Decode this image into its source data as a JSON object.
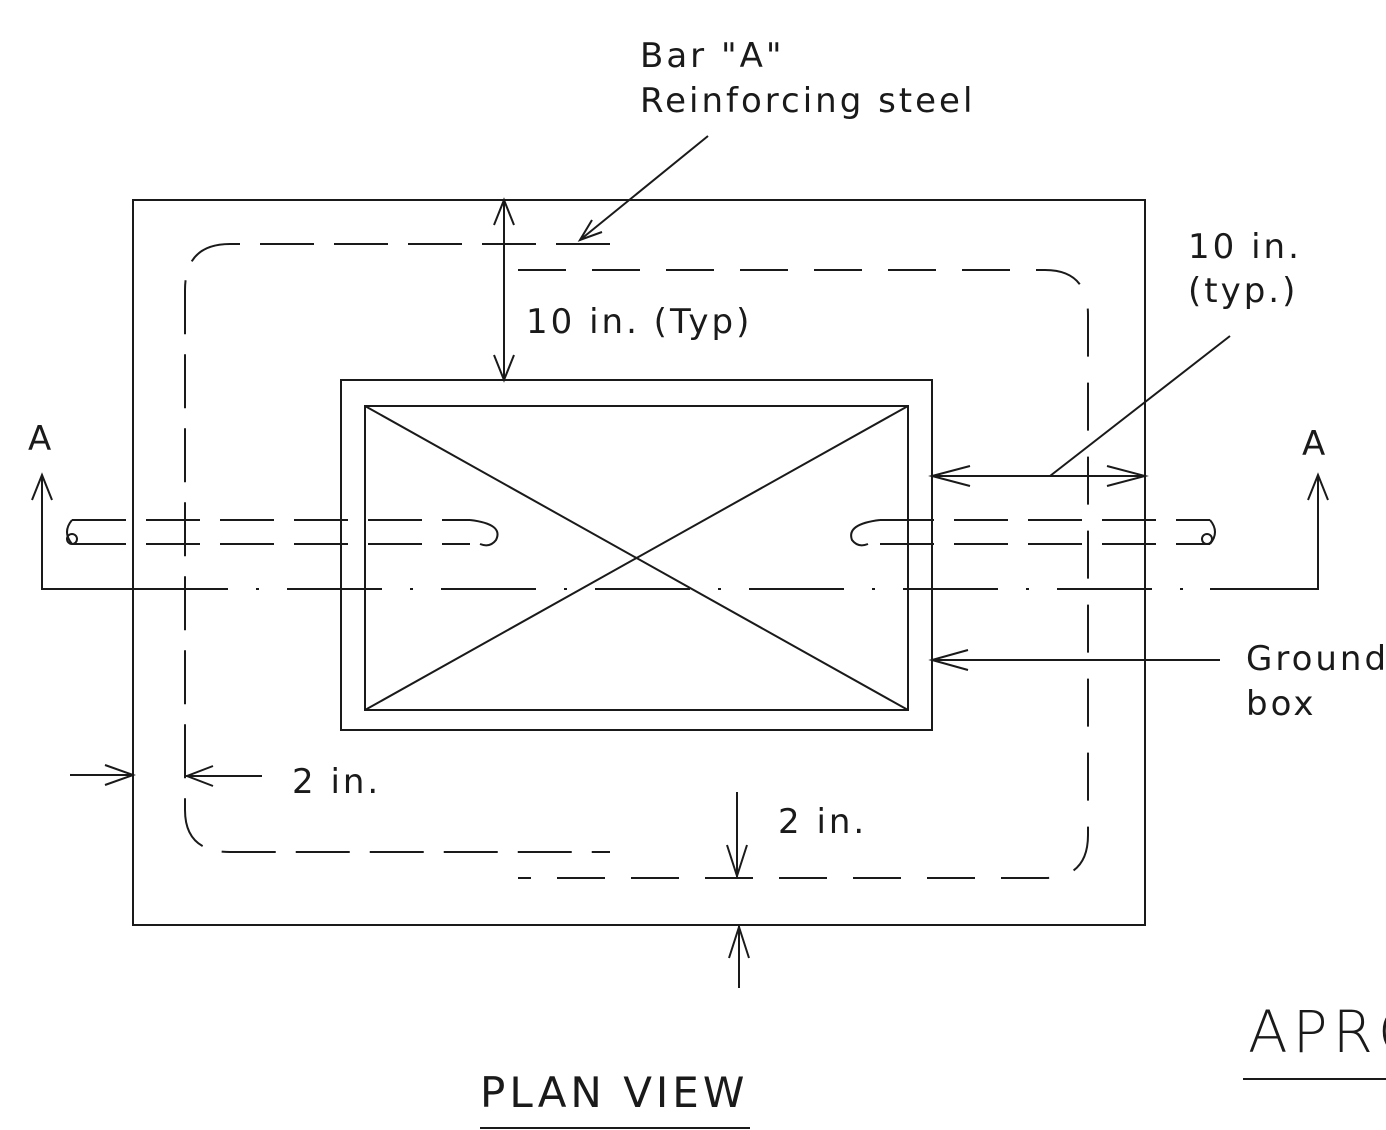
{
  "labels": {
    "bar_a_line1": "Bar \"A\"",
    "bar_a_line2": "Reinforcing steel",
    "top_dim": "10 in. (Typ)",
    "right_dim_line1": "10 in.",
    "right_dim_line2": "(typ.)",
    "ground_box_line1": "Ground",
    "ground_box_line2": "box",
    "left_cover": "2 in.",
    "bottom_cover": "2 in.",
    "section_left": "A",
    "section_right": "A",
    "title": "PLAN VIEW",
    "partial_title": "APRO"
  }
}
